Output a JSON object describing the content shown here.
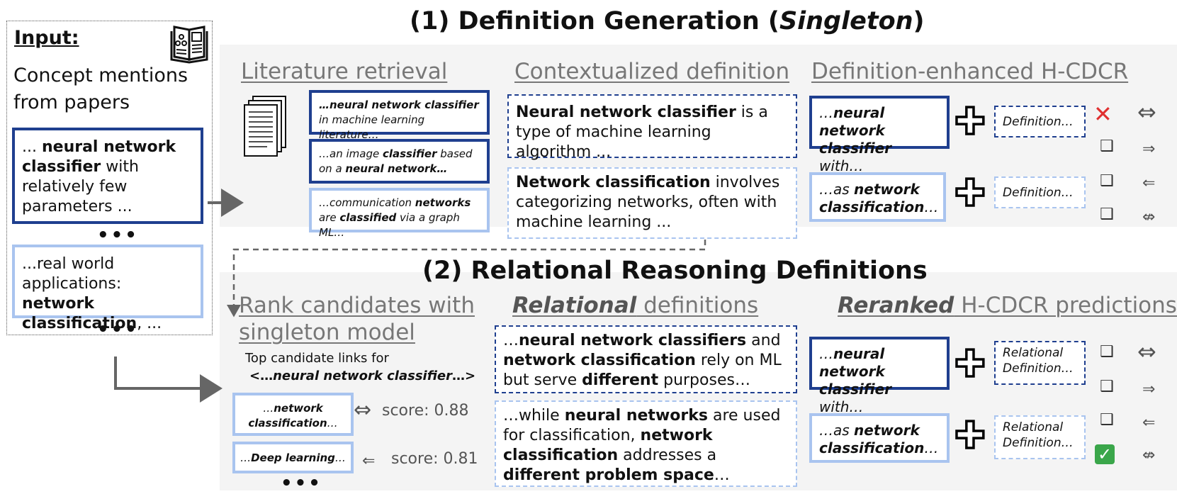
{
  "title1": {
    "prefix": "(1)   Definition Generation (",
    "italic": "Singleton",
    "suffix": ")"
  },
  "title2": "(2) Relational Reasoning Definitions",
  "input": {
    "heading": "Input:",
    "subtitle_line1": "Concept mentions",
    "subtitle_line2": "from papers",
    "mention1": {
      "pre": "... ",
      "bold": "neural network classifier",
      "post": " with relatively few parameters ..."
    },
    "mention2": {
      "pre": "...real world applications: ",
      "bold": "network classification",
      "post": ", ..."
    },
    "ellipsis": "•••"
  },
  "sections": {
    "lit": "Literature retrieval",
    "ctx": "Contextualized definition",
    "defh": "Definition-enhanced H-CDCR",
    "rank_line1": "Rank candidates with",
    "rank_line2": "singleton model",
    "rel_b": "Relational",
    "rel_rest": " definitions",
    "rer_b": "Reranked",
    "rer_rest": " H-CDCR predictions"
  },
  "lit_snippets": [
    {
      "pre": "…",
      "bold": "neural network classifier",
      "post": " in machine learning literature…"
    },
    {
      "pre": "…an image ",
      "bold": "classifier",
      "mid": " based on a ",
      "bold2": "neural network…",
      "post": ""
    },
    {
      "pre": "…communication ",
      "bold": "networks",
      "mid": " are ",
      "bold2": "classified",
      "post": " via a graph ML…"
    }
  ],
  "ctx_defs": [
    {
      "bold": "Neural network classifier",
      "post": " is a type of machine learning algorithm ..."
    },
    {
      "bold": "Network classification",
      "post": " involves categorizing networks, often with machine learning ..."
    }
  ],
  "h1": {
    "mentions": [
      {
        "pre": "…",
        "bold": "neural network classifier",
        "post": " with…"
      },
      {
        "pre": "…as ",
        "bold": "network classification",
        "post": "…"
      }
    ],
    "def_label": "Definition…"
  },
  "candidates": {
    "heading_line1": "Top candidate links for",
    "heading_pre": "<…",
    "heading_bold": "neural network classifier",
    "heading_post": "…>",
    "items": [
      {
        "pre": "…",
        "bold": "network classification",
        "post": "…",
        "relation": "⇔",
        "score": "score: 0.88"
      },
      {
        "pre": "…",
        "bold": "Deep learning",
        "post": "…",
        "relation": "⇐",
        "score": "score: 0.81"
      }
    ]
  },
  "rel_defs": {
    "d1": {
      "a": "…",
      "b1": "neural network classifiers",
      "c": " and ",
      "b2": "network classification",
      "d": " rely on ML but serve ",
      "b3": "different",
      "e": " purposes…"
    },
    "d2": {
      "a": "…while ",
      "b1": "neural networks",
      "c": " are used for classification, ",
      "b2": "network classification",
      "d": " addresses a ",
      "b3": "different problem space",
      "e": "…"
    }
  },
  "h2": {
    "def_label": "Relational Definition…"
  },
  "relations": [
    "⇔",
    "⇒",
    "⇐",
    "⇎"
  ],
  "icons": [
    "paper-icon",
    "documents-icon",
    "cross-mark-icon",
    "checkbox-icon",
    "check-mark-icon",
    "plus-icon",
    "arrow-icon"
  ],
  "colors": {
    "dark": "#1f3f8f",
    "light": "#a9c4ef",
    "wrong": "#e03030",
    "right": "#3aa64a"
  }
}
